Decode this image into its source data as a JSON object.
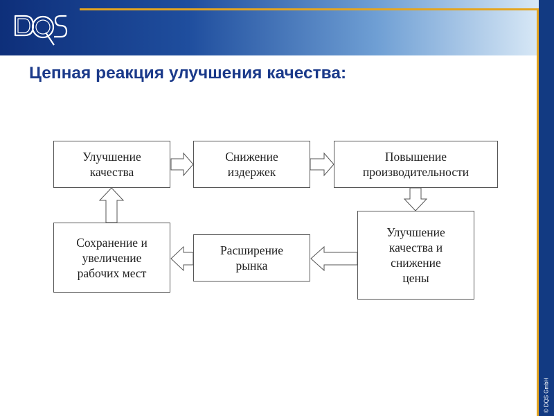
{
  "header": {
    "logo_text": "DQS",
    "copyright": "© DQS GmbH"
  },
  "title": "Цепная реакция улучшения качества:",
  "diagram": {
    "nodes": {
      "quality_improvement": "Улучшение\nкачества",
      "cost_reduction": "Снижение\nиздержек",
      "productivity_increase": "Повышение\nпроизводительности",
      "quality_and_price": "Улучшение\nкачества и\nснижение\nцены",
      "market_expansion": "Расширение\nрынка",
      "jobs_preservation": "Сохранение и\nувеличение\nрабочих мест"
    }
  },
  "colors": {
    "header_dark": "#0e2f7a",
    "accent_gold": "#e4a520",
    "title": "#1b3a8a",
    "box_border": "#555555"
  }
}
